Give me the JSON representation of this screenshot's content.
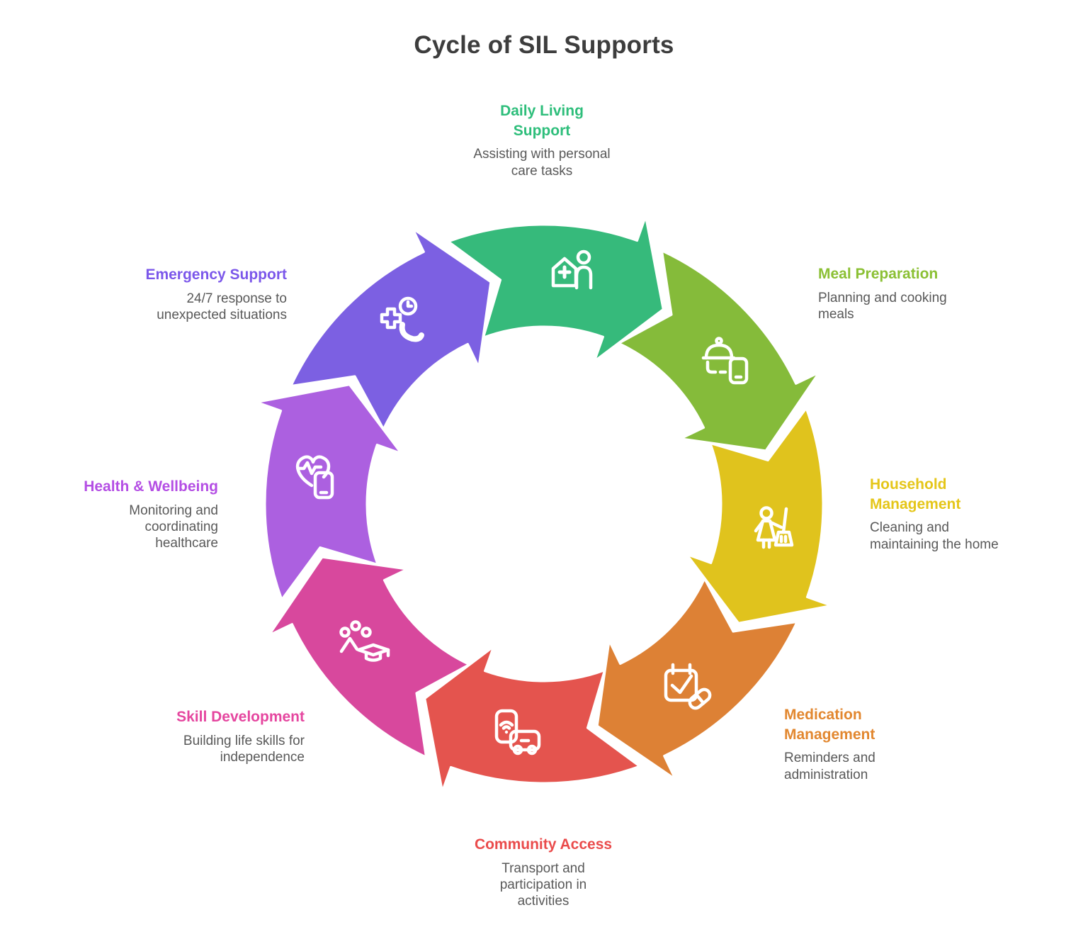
{
  "title": "Cycle of SIL Supports",
  "colors": {
    "background": "#ffffff",
    "title_text": "#3d3d3d",
    "description_text": "#595959",
    "icon_stroke": "#ffffff"
  },
  "cycle": {
    "type": "cycle-diagram",
    "direction": "clockwise",
    "segments": [
      {
        "id": "daily-living-support",
        "label": "Daily Living\nSupport",
        "description": "Assisting with personal\ncare tasks",
        "color": "#36BA7B",
        "label_color": "#2EBE7B",
        "icon": "house-cross-person-icon"
      },
      {
        "id": "meal-preparation",
        "label": "Meal Preparation",
        "description": "Planning and cooking\nmeals",
        "color": "#85BB3A",
        "label_color": "#8BC034",
        "icon": "cloche-phone-icon"
      },
      {
        "id": "household-management",
        "label": "Household\nManagement",
        "description": "Cleaning and\nmaintaining the home",
        "color": "#E0C31D",
        "label_color": "#E5C619",
        "icon": "cleaner-broom-icon"
      },
      {
        "id": "medication-management",
        "label": "Medication\nManagement",
        "description": "Reminders and\nadministration",
        "color": "#DD8135",
        "label_color": "#E2872F",
        "icon": "calendar-check-pill-icon"
      },
      {
        "id": "community-access",
        "label": "Community Access",
        "description": "Transport and\nparticipation in\nactivities",
        "color": "#E4544E",
        "label_color": "#EA4B4B",
        "icon": "phone-bus-icon"
      },
      {
        "id": "skill-development",
        "label": "Skill Development",
        "description": "Building life skills for\nindependence",
        "color": "#D8489D",
        "label_color": "#E5469F",
        "icon": "people-graduation-icon"
      },
      {
        "id": "health-wellbeing",
        "label": "Health & Wellbeing",
        "description": "Monitoring and\ncoordinating\nhealthcare",
        "color": "#AC60E0",
        "label_color": "#B44EE4",
        "icon": "heart-pulse-phone-icon"
      },
      {
        "id": "emergency-support",
        "label": "Emergency Support",
        "description": "24/7 response to\nunexpected situations",
        "color": "#7C60E2",
        "label_color": "#7B57EA",
        "icon": "cross-clock-handset-icon"
      }
    ]
  }
}
